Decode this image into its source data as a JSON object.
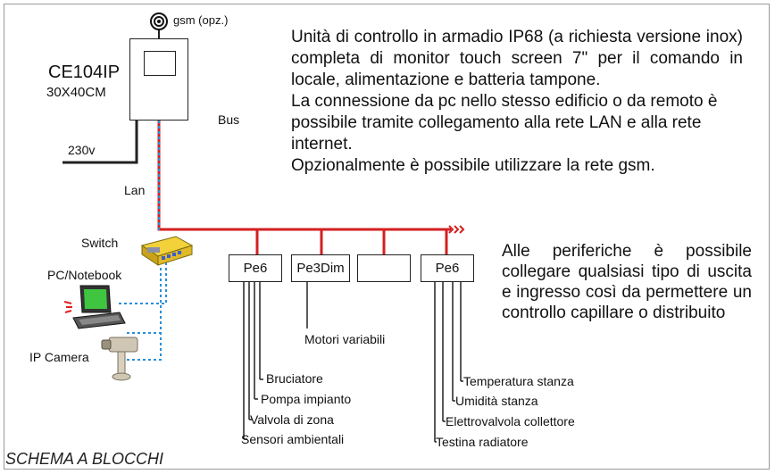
{
  "controller": {
    "model": "CE104IP",
    "size": "30X40CM",
    "gsm_label": "gsm (opz.)"
  },
  "labels": {
    "bus": "Bus",
    "power": "230v",
    "lan": "Lan",
    "switch": "Switch",
    "pc": "PC/Notebook",
    "camera": "IP Camera"
  },
  "description": {
    "line1": "Unità di controllo in armadio IP68 (a richiesta versione inox) completa di monitor touch screen 7\" per il comando in locale, alimentazione e batteria tampone.",
    "line2": "La connessione da pc nello stesso edificio o da remoto è possibile tramite collegamento alla rete LAN e alla rete internet.",
    "line3": "Opzionalmente è possibile utilizzare la rete gsm."
  },
  "peripherals_text": "Alle periferiche è possibile collegare qualsiasi tipo di uscita e ingresso così da permettere un controllo capillare o distribuito",
  "modules": [
    {
      "label": "Pe6"
    },
    {
      "label": "Pe3Dim"
    },
    {
      "label": ""
    },
    {
      "label": "Pe6"
    }
  ],
  "outputs": {
    "pe6_a": [
      "Bruciatore",
      "Pompa impianto",
      "Valvola di zona",
      "Sensori ambientali"
    ],
    "pe3dim": [
      "Motori variabili"
    ],
    "pe6_b": [
      "Temperatura stanza",
      "Umidità stanza",
      "Elettrovalvola collettore",
      "Testina radiatore"
    ]
  },
  "footer": "SCHEMA A BLOCCHI",
  "colors": {
    "bus": "#d42020",
    "lan": "#2a8fd6",
    "power": "#222222"
  }
}
